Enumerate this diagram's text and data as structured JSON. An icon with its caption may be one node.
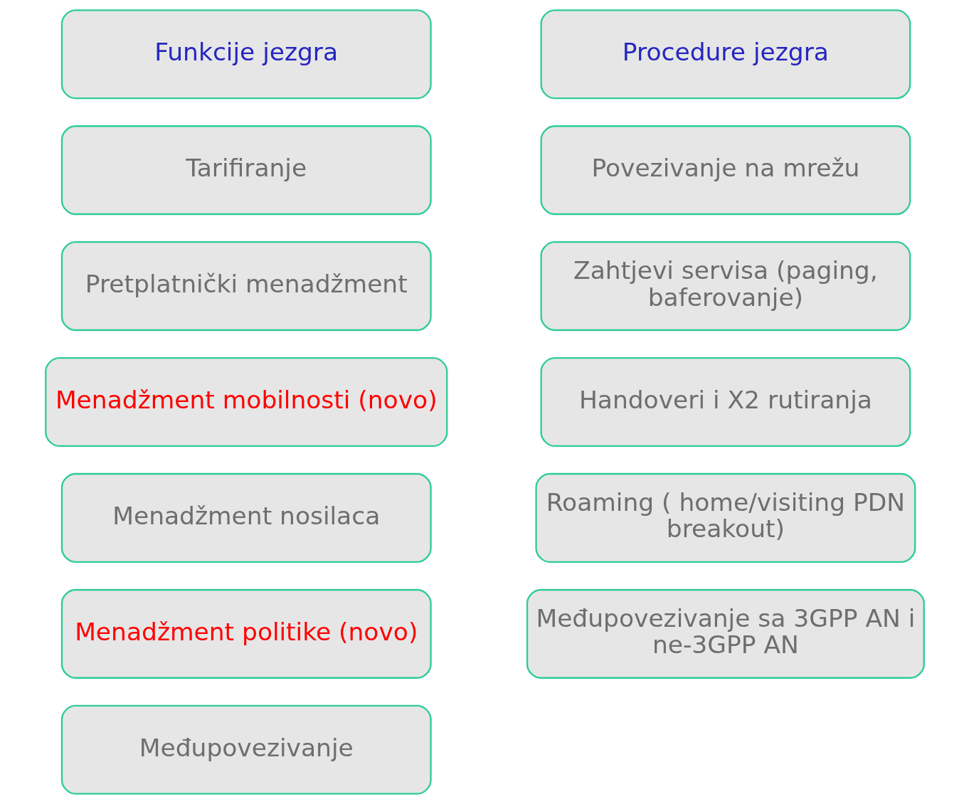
{
  "diagram": {
    "nodes": [
      {
        "text": [
          "Funkcije jezgra"
        ]
      },
      {
        "text": [
          "Tarifiranje"
        ]
      },
      {
        "text": [
          "Pretplatnički menadžment"
        ]
      },
      {
        "text": [
          "Menadžment mobilnosti (novo)"
        ]
      },
      {
        "text": [
          "Menadžment nosilaca"
        ]
      },
      {
        "text": [
          "Menadžment politike (novo)"
        ]
      },
      {
        "text": [
          "Međupovezivanje"
        ]
      },
      {
        "text": [
          "Procedure jezgra"
        ]
      },
      {
        "text": [
          "Povezivanje na mrežu"
        ]
      },
      {
        "text": [
          "Zahtjevi servisa (paging, baferovanje)"
        ]
      },
      {
        "text": [
          "Handoveri i X2 rutiranja"
        ]
      },
      {
        "text": [
          "Roaming ( home/visiting PDN breakout)"
        ]
      },
      {
        "text": [
          "Međupovezivanje sa 3GPP AN i ne-3GPP AN"
        ]
      }
    ],
    "edges": []
  }
}
